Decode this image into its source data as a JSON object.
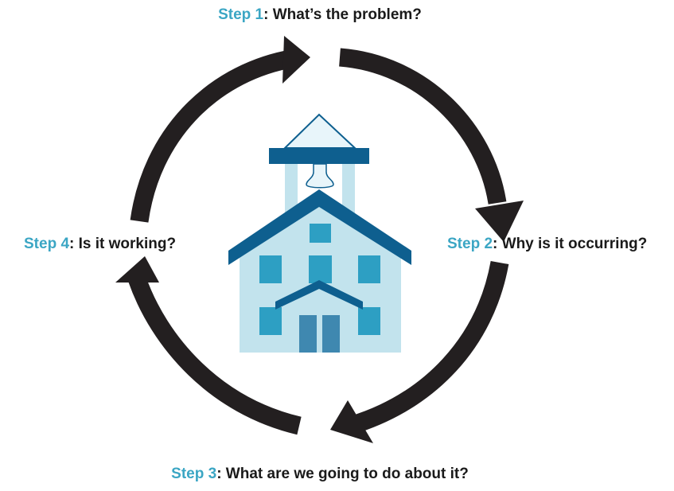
{
  "steps": [
    {
      "number": "Step 1",
      "separator": ":",
      "question": "What’s the problem?"
    },
    {
      "number": "Step 2",
      "separator": ":",
      "question": "Why is it occurring?"
    },
    {
      "number": "Step 3",
      "separator": ":",
      "question": "What are we going to do about it?"
    },
    {
      "number": "Step 4",
      "separator": ":",
      "question": "Is it working?"
    }
  ],
  "colors": {
    "step_accent": "#3ba6c4",
    "arrows": "#231f20",
    "roof": "#0e5f8f",
    "walls": "#c2e3ed",
    "windows": "#2d9fc3",
    "doors": "#3f88b0"
  },
  "icons": {
    "center": "school-building-icon",
    "cycle": "cycle-arrows-icon"
  }
}
